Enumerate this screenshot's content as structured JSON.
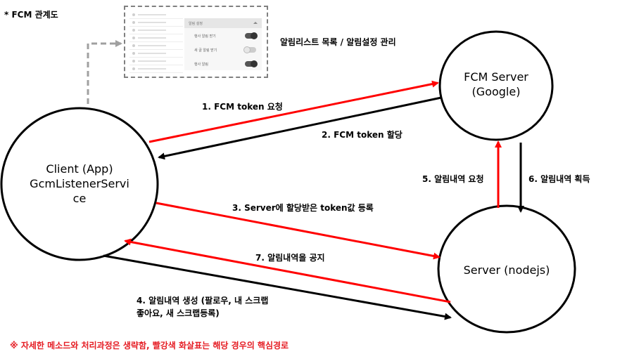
{
  "title": "* FCM 관계도",
  "mockup": {
    "header": "알림 설정",
    "settings": [
      "행사 알림 받기",
      "새 글 알림 받기",
      "행사 알림"
    ]
  },
  "mockup_caption": "알림리스트 목록 / 알림설정 관리",
  "nodes": {
    "fcm_server": {
      "line1": "FCM Server",
      "line2": "(Google)"
    },
    "client": {
      "line1": "Client (App)",
      "line2": "GcmListenerServi",
      "line3": "ce"
    },
    "server": {
      "line1": "Server (nodejs)"
    }
  },
  "edges": {
    "e1": "1. FCM token 요청",
    "e2": "2. FCM token 할당",
    "e3": "3. Server에 할당받은 token값 등록",
    "e4_line1": "4. 알림내역 생성 (팔로우, 내 스크랩",
    "e4_line2": "좋아요, 새 스크랩등록)",
    "e5": "5. 알림내역 요청",
    "e6": "6. 알림내역 획득",
    "e7": "7. 알림내역을 공지"
  },
  "footnote": "※ 자세한 메소드와 처리과정은 생략함, 빨강색 화살표는 해당 경우의 핵심경로",
  "colors": {
    "critical": "#ff0000",
    "normal": "#000000",
    "dashed": "#a0a0a0",
    "footnote": "#e51c23"
  }
}
